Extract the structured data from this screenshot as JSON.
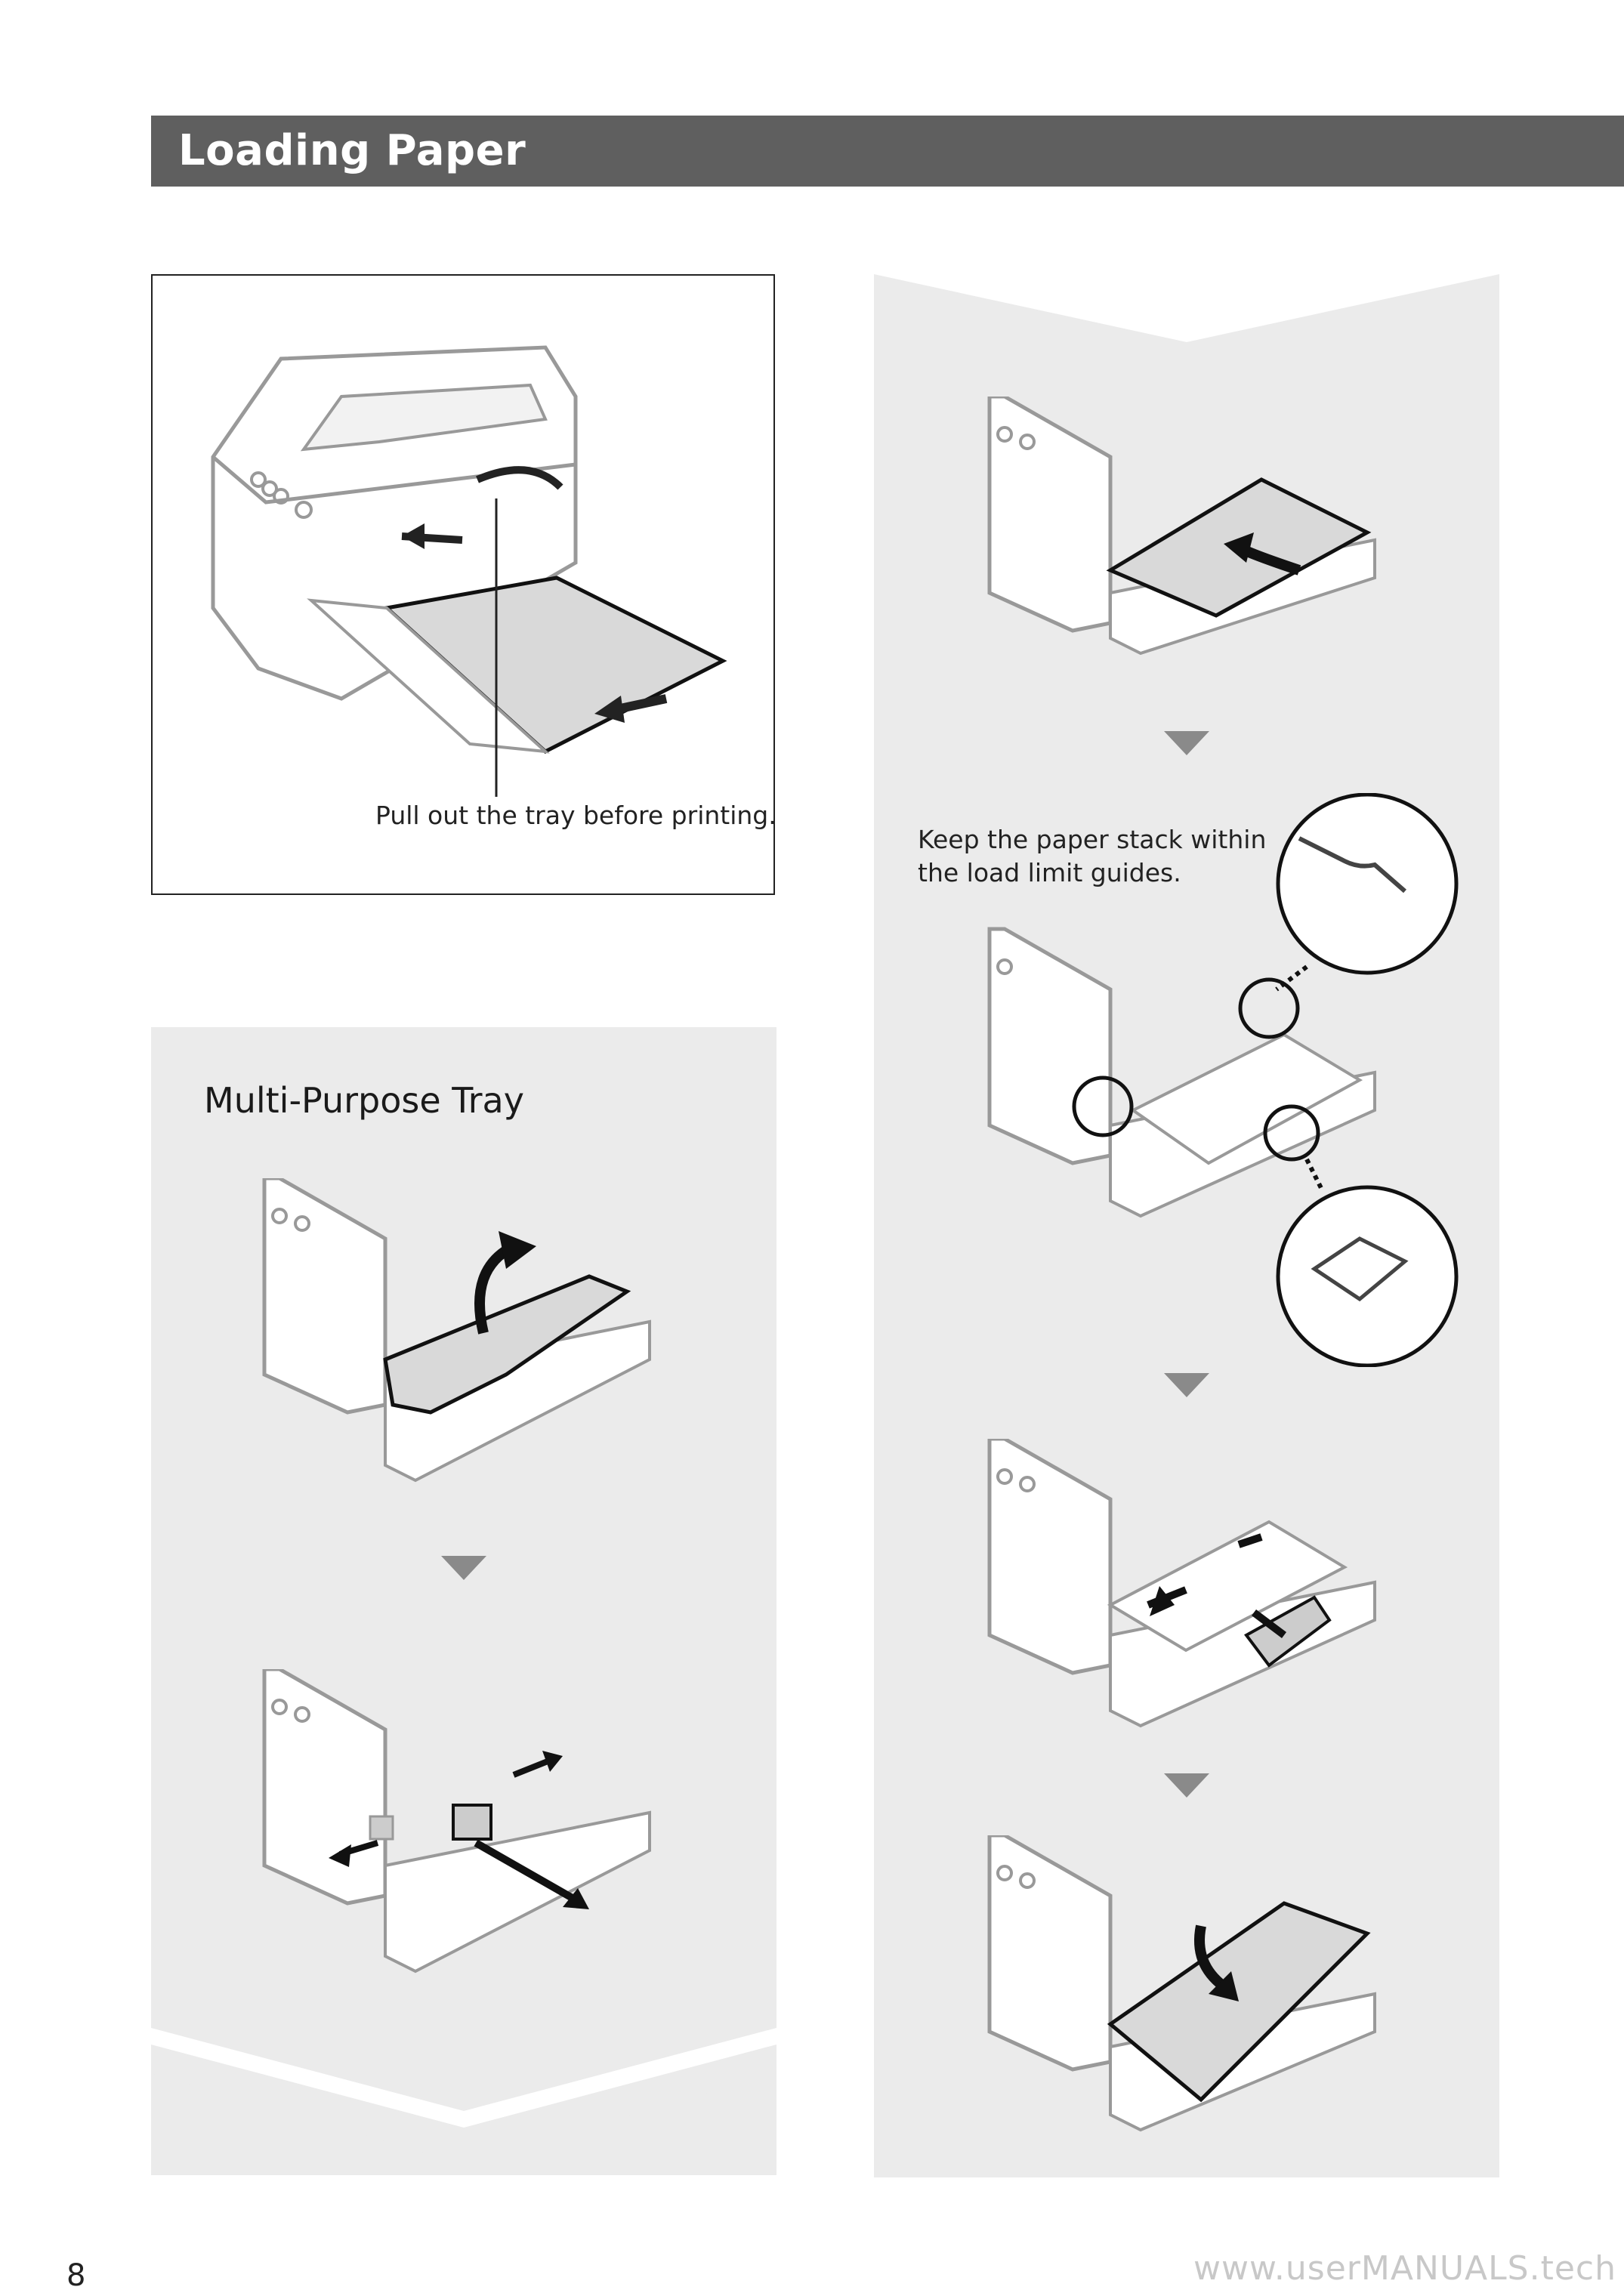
{
  "header": {
    "title": "Loading Paper"
  },
  "figure1": {
    "caption": "Pull out the tray before printing."
  },
  "multi_purpose": {
    "title": "Multi-Purpose Tray"
  },
  "right_panel": {
    "note": "Keep the paper stack within the load limit guides.",
    "note_line1": "Keep the paper stack within",
    "note_line2": "the load limit guides."
  },
  "footer": {
    "page_number": "8",
    "watermark": "www.userMANUALS.tech"
  },
  "colors": {
    "header_bg": "#5f5f5f",
    "panel_bg": "#ebebeb",
    "paper_fill": "#d9d9d9"
  }
}
